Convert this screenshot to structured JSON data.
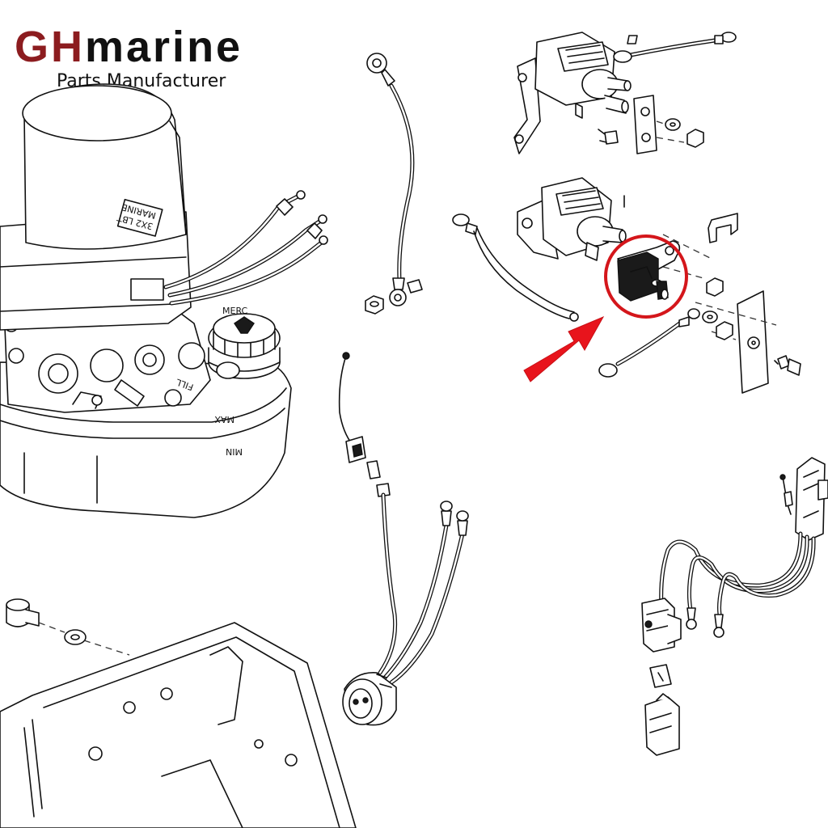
{
  "brand": {
    "mark": "GH",
    "name": "marine",
    "tagline": "Parts Manufacturer",
    "mark_color": "#8c1c1f",
    "name_color": "#111111"
  },
  "diagram": {
    "motor_label_lines": [
      "3X2 LBT",
      "MARINE"
    ],
    "reservoir_marks": [
      "MAX",
      "MIN"
    ],
    "cap_marks": [
      "FILL",
      "MERC"
    ]
  },
  "highlight": {
    "circle_color": "#d4161b",
    "arrow_color": "#e8141c",
    "target": "circuit-breaker"
  }
}
